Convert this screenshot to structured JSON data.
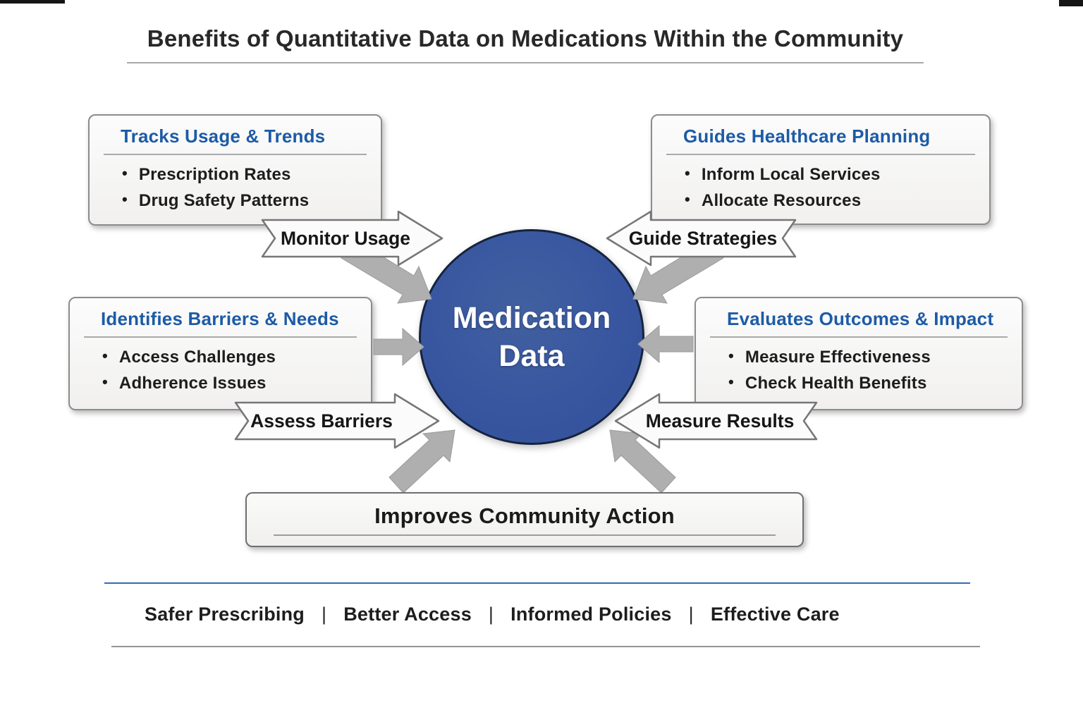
{
  "title": "Benefits of Quantitative Data on Medications Within the Community",
  "bullet": "•",
  "center": {
    "line1": "Medication",
    "line2": "Data"
  },
  "boxes": [
    {
      "id": "tracks-usage-trends",
      "title": "Tracks Usage & Trends",
      "bullets": [
        "Prescription Rates",
        "Drug Safety Patterns"
      ]
    },
    {
      "id": "guides-healthcare-planning",
      "title": "Guides Healthcare Planning",
      "bullets": [
        "Inform Local Services",
        "Allocate Resources"
      ]
    },
    {
      "id": "identifies-barriers-needs",
      "title": "Identifies Barriers & Needs",
      "bullets": [
        "Access Challenges",
        "Adherence Issues"
      ]
    },
    {
      "id": "evaluates-outcomes-impact",
      "title": "Evaluates Outcomes & Impact",
      "bullets": [
        "Measure Effectiveness",
        "Check Health Benefits"
      ]
    }
  ],
  "banners": [
    {
      "label": "Monitor Usage",
      "direction": "right"
    },
    {
      "label": "Guide Strategies",
      "direction": "left"
    },
    {
      "label": "Assess Barriers",
      "direction": "right"
    },
    {
      "label": "Measure Results",
      "direction": "left"
    }
  ],
  "bottom_box": {
    "title": "Improves Community Action"
  },
  "footer": {
    "separator": "|",
    "items": [
      "Safer Prescribing",
      "Better Access",
      "Informed Policies",
      "Effective Care"
    ]
  },
  "colors": {
    "accent_blue": "#1d5ba6",
    "circle_blue": "#3856a0",
    "circle_border": "#16233d",
    "arrow_gray": "#afafb0",
    "footer_line_blue": "#2f6db5",
    "text_dark": "#1d1d1d"
  }
}
